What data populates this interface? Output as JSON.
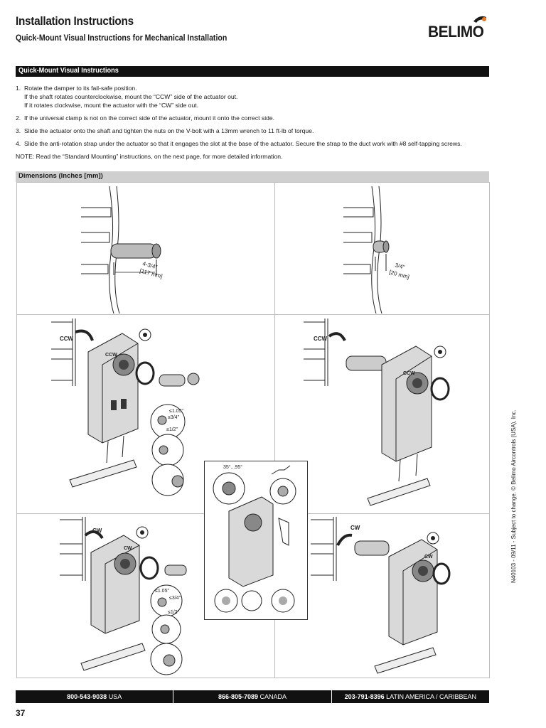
{
  "header": {
    "title": "Installation Instructions",
    "subtitle": "Quick-Mount Visual Instructions for Mechanical Installation",
    "logo_text": "BELIMO"
  },
  "quick_mount": {
    "heading": "Quick-Mount Visual Instructions",
    "steps": [
      {
        "num": "1.",
        "line1": "Rotate the damper to its fail-safe position.",
        "line2": "If the shaft rotates counterclockwise, mount the “CCW” side of the actuator out.",
        "line3": "If it rotates clockwise, mount the actuator with the “CW” side out."
      },
      {
        "num": "2.",
        "line1": "If the universal clamp is not on the correct side of the actuator, mount it onto the correct side."
      },
      {
        "num": "3.",
        "line1": "Slide the actuator onto the shaft and tighten the nuts on the V-bolt with a 13mm wrench to 11 ft-lb of torque."
      },
      {
        "num": "4.",
        "line1": "Slide the anti-rotation strap under the actuator so that it engages the slot at the base of the actuator.  Secure the strap to the duct work with #8 self-tapping screws."
      }
    ],
    "note": "NOTE: Read the “Standard Mounting” instructions, on the next page, for more detailed information."
  },
  "dimensions": {
    "heading": "Dimensions (Inches [mm])",
    "long_shaft": {
      "inch": "4-3/4\"",
      "mm": "[117 mm]"
    },
    "short_shaft": {
      "inch": "3/4\"",
      "mm": "[20 mm]"
    },
    "clamp_sizes": {
      "a": "≤1.05\"",
      "b": "≤3/4\"",
      "c": "≤1/2\""
    },
    "rotation": {
      "ccw": "CCW",
      "cw": "CW",
      "angle": "35°...95°"
    }
  },
  "footer": {
    "usa_phone": "800-543-9038",
    "usa_label": "USA",
    "canada_phone": "866-805-7089",
    "canada_label": "CANADA",
    "latam_phone": "203-791-8396",
    "latam_label": "LATIN AMERICA / CARIBBEAN"
  },
  "page_number": "37",
  "side_note": "N40103 - 09/11 - Subject to change. © Belimo Aircontrols (USA), Inc."
}
